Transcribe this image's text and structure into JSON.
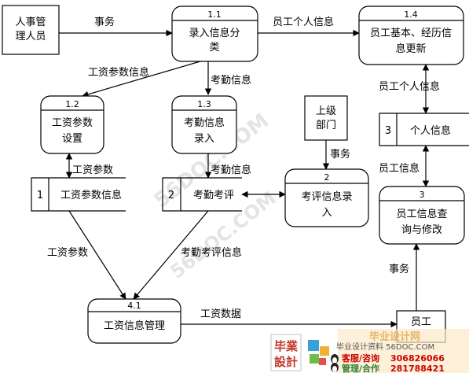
{
  "nodes": {
    "hr_staff": {
      "label1": "人事管",
      "label2": "理人员"
    },
    "p11": {
      "id": "1.1",
      "label1": "录入信息分",
      "label2": "类"
    },
    "p14": {
      "id": "1.4",
      "label1": "员工基本、经历信",
      "label2": "息更新"
    },
    "p12": {
      "id": "1.2",
      "label1": "工资参数",
      "label2": "设置"
    },
    "p13": {
      "id": "1.3",
      "label1": "考勤信息",
      "label2": "录入"
    },
    "superior": {
      "label1": "上级",
      "label2": "部门"
    },
    "p2": {
      "id": "2",
      "label1": "考评信息录",
      "label2": "入"
    },
    "ds3": {
      "id": "3",
      "label": "个人信息"
    },
    "p3": {
      "id": "3",
      "label1": "员工信息查",
      "label2": "询与修改"
    },
    "ds1": {
      "id": "1",
      "label": "工资参数信息"
    },
    "ds2": {
      "id": "2",
      "label": "考勤考评"
    },
    "p41": {
      "id": "4.1",
      "label": "工资信息管理"
    },
    "employee": {
      "label": "员工"
    }
  },
  "flows": {
    "f_hr_11": "事务",
    "f_11_14": "员工个人信息",
    "f_11_12": "工资参数信息",
    "f_11_13": "考勤信息",
    "f_14_ds3": "员工个人信息",
    "f_12_ds1": "工资参数",
    "f_13_ds2": "考勤信息",
    "f_sup_2": "事务",
    "f_ds3_3": "员工信息",
    "f_ds1_41": "工资参数",
    "f_ds2_41": "考勤考评信息",
    "f_emp_3": "事务",
    "f_41_emp": "工资数据"
  },
  "watermark": {
    "site": "56DOC.COM",
    "logo_top": "毕業",
    "logo_bottom": "設計",
    "brand": "毕业设计资料 56DOC.COM",
    "service_label": "客服/咨询",
    "service_qq": "306826066",
    "admin_label": "管理/合作",
    "admin_qq": "281788421",
    "banner_text": "毕业设计网"
  },
  "colors": {
    "stroke": "#000000",
    "watermark": "#cfcfcf",
    "logo_red": "#c0392b",
    "qq_red": "#cc0000"
  }
}
